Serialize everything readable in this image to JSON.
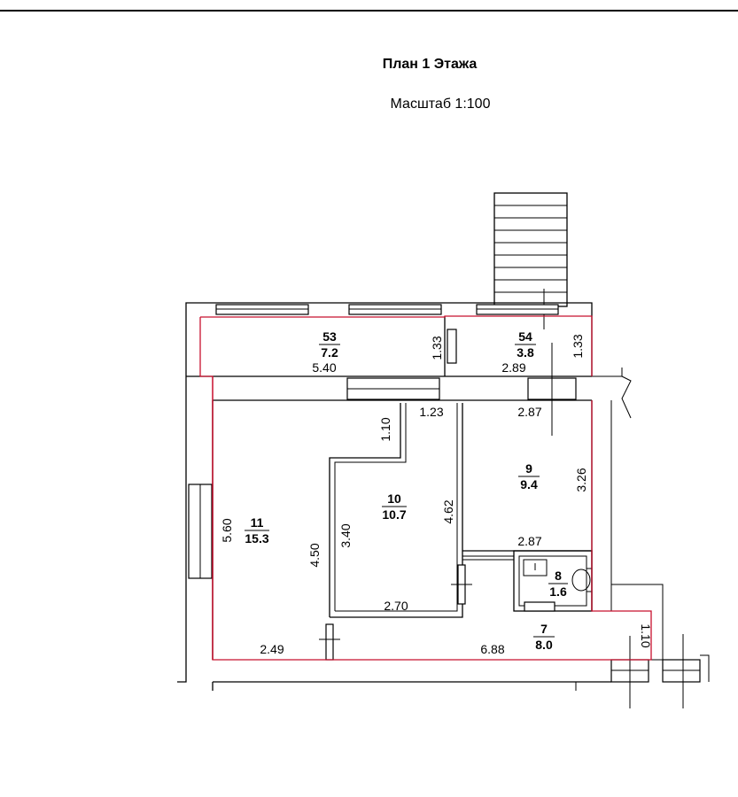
{
  "header": {
    "title": "План 1 Этажа",
    "scale": "Масштаб 1:100"
  },
  "rooms": [
    {
      "id": "53",
      "number": "53",
      "area": "7.2"
    },
    {
      "id": "54",
      "number": "54",
      "area": "3.8"
    },
    {
      "id": "11",
      "number": "11",
      "area": "15.3"
    },
    {
      "id": "10",
      "number": "10",
      "area": "10.7"
    },
    {
      "id": "9",
      "number": "9",
      "area": "9.4"
    },
    {
      "id": "8",
      "number": "8",
      "area": "1.6"
    },
    {
      "id": "7",
      "number": "7",
      "area": "8.0"
    }
  ],
  "dimensions": {
    "d_133_a": "1.33",
    "d_540": "5.40",
    "d_289": "2.89",
    "d_133_b": "1.33",
    "d_110_a": "1.10",
    "d_123": "1.23",
    "d_287_a": "2.87",
    "d_326": "3.26",
    "d_560": "5.60",
    "d_450": "4.50",
    "d_340": "3.40",
    "d_462": "4.62",
    "d_287_b": "2.87",
    "d_270": "2.70",
    "d_249": "2.49",
    "d_688": "6.88",
    "d_110_b": "1.10"
  },
  "colors": {
    "outline": "#c8102e",
    "wall": "#000000"
  }
}
